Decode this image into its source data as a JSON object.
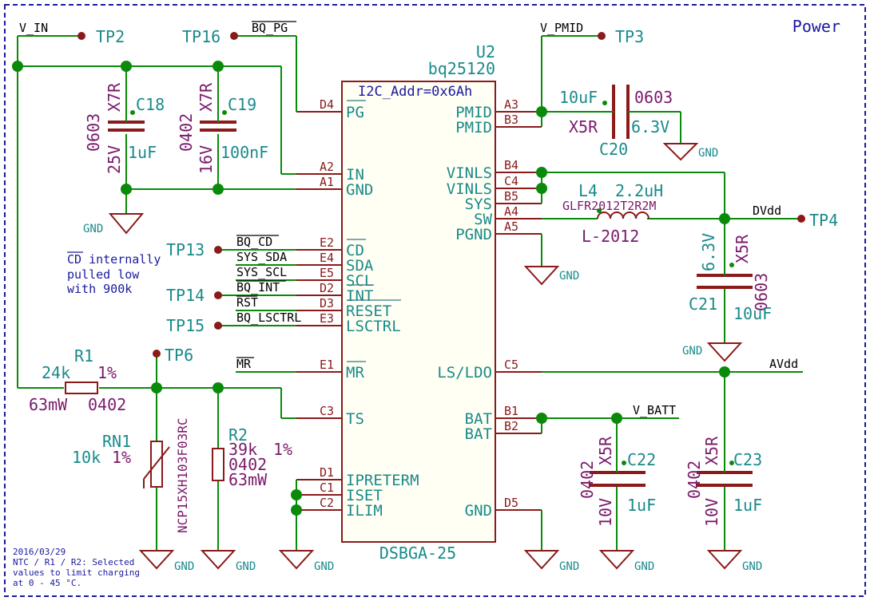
{
  "sheet": {
    "title": "Power"
  },
  "note": {
    "line1": "2016/03/29",
    "line2": "NTC / R1 / R2: Selected",
    "line3": "values to limit charging",
    "line4": "at 0 - 45 °C."
  },
  "cd_note": {
    "line1": "CD internally",
    "line2": "pulled low",
    "line3": "with 900k"
  },
  "nets": {
    "v_in": "V_IN",
    "bq_pg": "BQ_PG",
    "v_pmid": "V_PMID",
    "dvdd": "DVdd",
    "avdd": "AVdd",
    "v_batt": "V_BATT",
    "bq_cd": "BQ_CD",
    "sys_sda": "SYS_SDA",
    "sys_scl": "SYS_SCL",
    "bq_int": "BQ_INT",
    "rst": "RST",
    "bq_lsctrl": "BQ_LSCTRL",
    "mr": "MR",
    "gnd": "GND"
  },
  "testpoints": {
    "tp2": "TP2",
    "tp3": "TP3",
    "tp4": "TP4",
    "tp6": "TP6",
    "tp13": "TP13",
    "tp14": "TP14",
    "tp15": "TP15",
    "tp16": "TP16"
  },
  "u2": {
    "ref": "U2",
    "part": "bq25120",
    "attr": "I2C_Addr=0x6Ah",
    "footprint": "DSBGA-25",
    "left_pins": [
      {
        "num": "D4",
        "name": "PG"
      },
      {
        "num": "A2",
        "name": "IN"
      },
      {
        "num": "A1",
        "name": "GND"
      },
      {
        "num": "E2",
        "name": "CD"
      },
      {
        "num": "E4",
        "name": "SDA"
      },
      {
        "num": "E5",
        "name": "SCL"
      },
      {
        "num": "D2",
        "name": "INT"
      },
      {
        "num": "D3",
        "name": "RESET"
      },
      {
        "num": "E3",
        "name": "LSCTRL"
      },
      {
        "num": "E1",
        "name": "MR"
      },
      {
        "num": "C3",
        "name": "TS"
      },
      {
        "num": "D1",
        "name": "IPRETERM"
      },
      {
        "num": "C1",
        "name": "ISET"
      },
      {
        "num": "C2",
        "name": "ILIM"
      }
    ],
    "right_pins": [
      {
        "num": "A3",
        "name": "PMID"
      },
      {
        "num": "B3",
        "name": "PMID"
      },
      {
        "num": "B4",
        "name": "VINLS"
      },
      {
        "num": "C4",
        "name": "VINLS"
      },
      {
        "num": "B5",
        "name": "SYS"
      },
      {
        "num": "A4",
        "name": "SW"
      },
      {
        "num": "A5",
        "name": "PGND"
      },
      {
        "num": "C5",
        "name": "LS/LDO"
      },
      {
        "num": "B1",
        "name": "BAT"
      },
      {
        "num": "B2",
        "name": "BAT"
      },
      {
        "num": "D5",
        "name": "GND"
      }
    ]
  },
  "c18": {
    "ref": "C18",
    "dielectric": "X7R",
    "package": "0603",
    "voltage": "25V",
    "value": "1uF"
  },
  "c19": {
    "ref": "C19",
    "dielectric": "X7R",
    "package": "0402",
    "voltage": "16V",
    "value": "100nF"
  },
  "c20": {
    "ref": "C20",
    "value": "10uF",
    "package": "0603",
    "dielectric": "X5R",
    "voltage": "6.3V"
  },
  "c21": {
    "ref": "C21",
    "voltage": "6.3V",
    "dielectric": "X5R",
    "package": "0603",
    "value": "10uF"
  },
  "c22": {
    "ref": "C22",
    "package": "0402",
    "dielectric": "X5R",
    "voltage": "10V",
    "value": "1uF"
  },
  "c23": {
    "ref": "C23",
    "package": "0402",
    "dielectric": "X5R",
    "voltage": "10V",
    "value": "1uF"
  },
  "l4": {
    "ref": "L4",
    "value": "2.2uH",
    "part": "GLFR2012T2R2M",
    "footprint": "L-2012"
  },
  "r1": {
    "ref": "R1",
    "value": "24k",
    "tol": "1%",
    "power": "63mW",
    "package": "0402"
  },
  "r2": {
    "ref": "R2",
    "value": "39k",
    "tol": "1%",
    "package": "0402",
    "power": "63mW"
  },
  "rn1": {
    "ref": "RN1",
    "value": "10k",
    "tol": "1%",
    "part": "NCP15XH103F03RC"
  },
  "colors": {
    "wire": "#0a8a0a",
    "component": "#8b1a1a",
    "label": "#1a8a8a",
    "value": "#7a1a6a",
    "border": "#1a1aa0"
  }
}
